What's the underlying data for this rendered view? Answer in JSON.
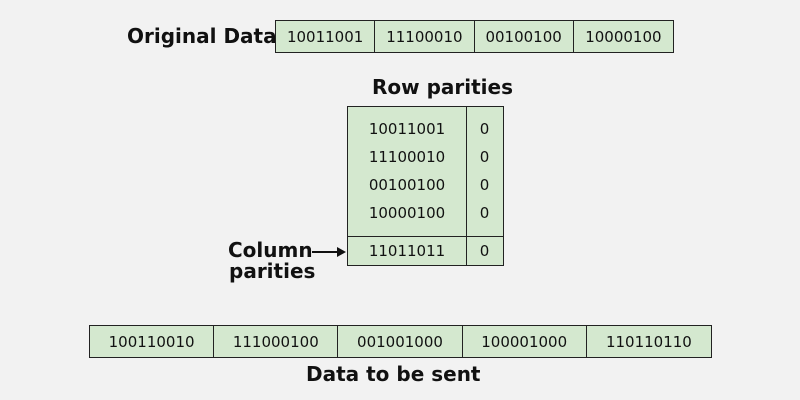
{
  "original": {
    "label": "Original Data",
    "blocks": [
      "10011001",
      "11100010",
      "00100100",
      "10000100"
    ]
  },
  "row_parities": {
    "label": "Row parities",
    "rows": [
      {
        "data": "10011001",
        "parity": "0"
      },
      {
        "data": "11100010",
        "parity": "0"
      },
      {
        "data": "00100100",
        "parity": "0"
      },
      {
        "data": "10000100",
        "parity": "0"
      }
    ],
    "column_row": {
      "data": "11011011",
      "parity": "0"
    }
  },
  "column_parities": {
    "label_line1": "Column",
    "label_line2": "parities"
  },
  "sent": {
    "label": "Data to be sent",
    "blocks": [
      "100110010",
      "111000100",
      "001001000",
      "100001000",
      "110110110"
    ]
  },
  "colors": {
    "cell_fill": "#d4e8cf",
    "border": "#222222",
    "background": "#f2f2f2"
  }
}
